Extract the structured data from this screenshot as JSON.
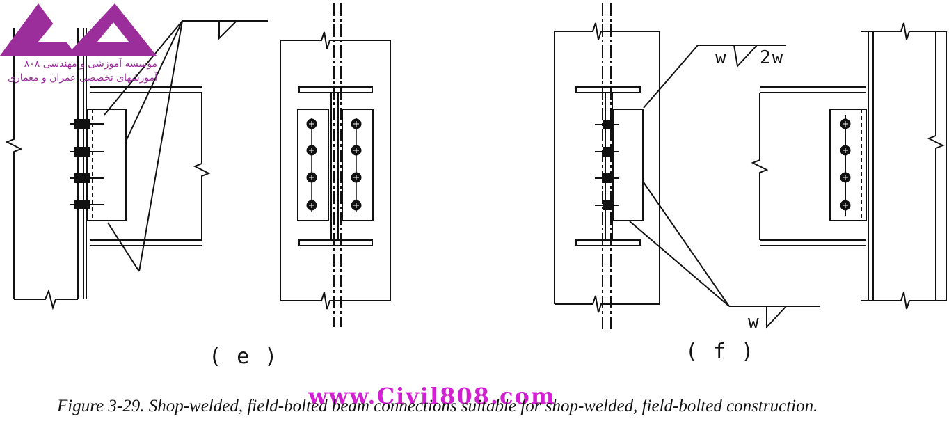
{
  "labels": {
    "e": "( e )",
    "f": "( f )"
  },
  "welds": {
    "f_top_w": "w",
    "f_top_2w": "2w",
    "f_bottom_w": "w"
  },
  "watermark": "www.Civil808.com",
  "caption": "Figure 3-29.  Shop-welded, field-bolted beam connections suitable for shop-welded, field-bolted construction.",
  "logo": {
    "line1": "موسسه آموزشی و مهندسی ۸۰۸",
    "line2": "آموزشهای تخصصی عمران و معماری"
  },
  "colors": {
    "ink": "#111111",
    "watermark": "#d11fd1",
    "logo": "#9b2e9b"
  }
}
